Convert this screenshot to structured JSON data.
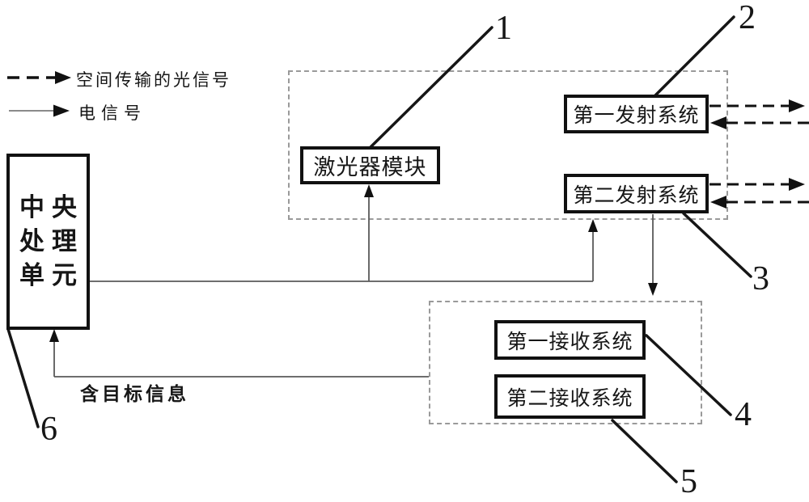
{
  "legend": {
    "optical_label": "空间传输的光信号",
    "electrical_label": "电信号"
  },
  "boxes": {
    "cpu": {
      "line1": "中央",
      "line2": "处理",
      "line3": "单元"
    },
    "laser": "激光器模块",
    "tx1": "第一发射系统",
    "tx2": "第二发射系统",
    "rx1": "第一接收系统",
    "rx2": "第二接收系统"
  },
  "annotations": {
    "target_info": "含目标信息"
  },
  "refs": {
    "laser": "1",
    "tx1": "2",
    "tx2": "3",
    "rx1": "4",
    "rx2": "5",
    "cpu": "6"
  },
  "colors": {
    "line_electrical": "#5a5a5a",
    "line_optical": "#111111",
    "leader": "#161616",
    "dashed_container": "#9a9a9a",
    "background": "#ffffff"
  }
}
